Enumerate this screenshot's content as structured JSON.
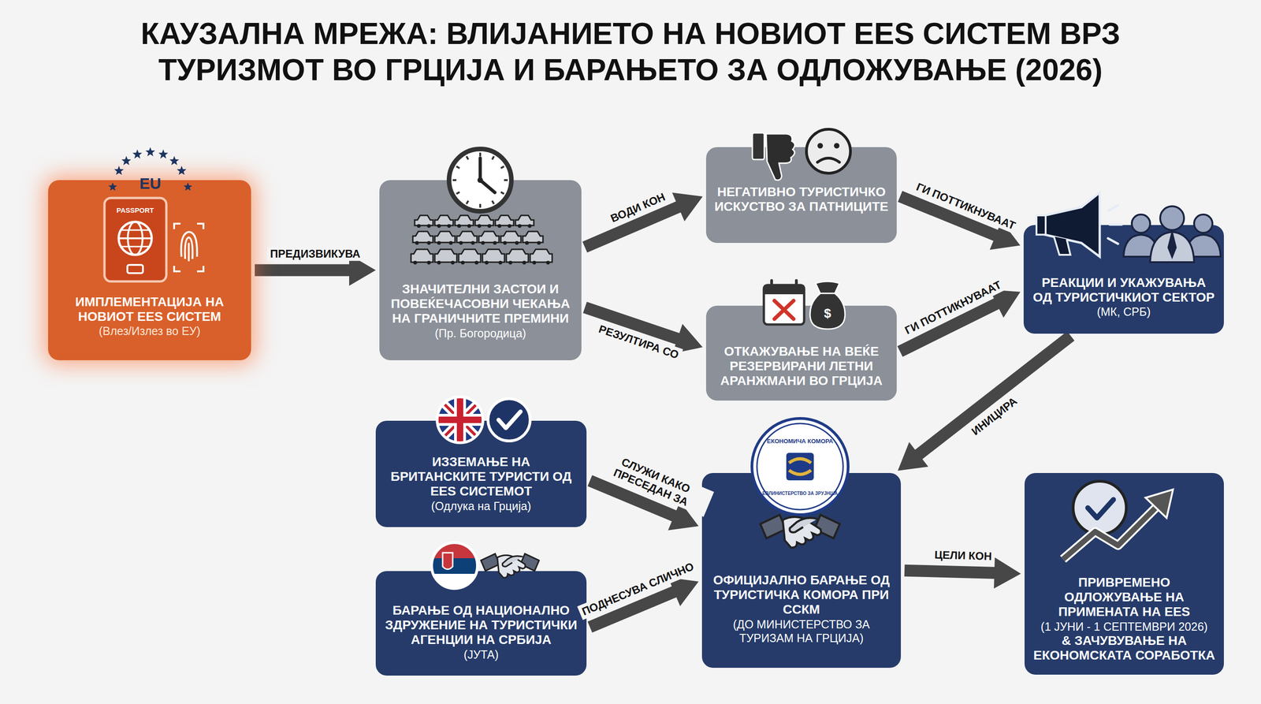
{
  "diagram": {
    "title": "КАУЗАЛНА МРЕЖА: ВЛИЈАНИЕТО НА НОВИОТ EES СИСТЕМ ВРЗ ТУРИЗМОТ ВО ГРЦИЈА И БАРАЊЕТО ЗА ОДЛОЖУВАЊЕ (2026)",
    "nodes": [
      {
        "text": [
          "ИМПЛЕМЕНТАЦИЈА НА НОВИОТ EES СИСТЕМ",
          "(Влез/Излез во ЕУ)"
        ]
      },
      {
        "text": [
          "ЗНАЧИТЕЛНИ ЗАСТОИ И ПОВЕЌЕЧАСОВНИ ЧЕКАЊА НА ГРАНИЧНИТЕ ПРЕМИНИ",
          "(Пр. Богородица)"
        ]
      },
      {
        "text": [
          "НЕГАТИВНО ТУРИСТИЧКО ИСКУСТВО ЗА ПАТНИЦИТЕ"
        ]
      },
      {
        "text": [
          "ОТКАЖУВАЊЕ НА ВЕЌЕ РЕЗЕРВИРАНИ ЛЕТНИ АРАНЖМАНИ ВО ГРЦИЈА"
        ]
      },
      {
        "text": [
          "РЕАКЦИИ И УКАЖУВАЊА ОД ТУРИСТИЧКИОТ СЕКТОР",
          "(МК, СРБ)"
        ]
      },
      {
        "text": [
          "ИЗЗЕМАЊЕ НА БРИТАНСКИТЕ ТУРИСТИ ОД EES СИСТЕМОТ",
          "(Одлука на Грција)"
        ]
      },
      {
        "text": [
          "БАРАЊЕ ОД НАЦИОНАЛНО ЗДРУЖЕНИЕ НА ТУРИСТИЧКИ АГЕНЦИИ НА СРБИЈА",
          "(ЈУТА)"
        ]
      },
      {
        "text": [
          "ОФИЦИЈАЛНО БАРАЊЕ ОД ТУРИСТИЧКА КОМОРА ПРИ ССКМ",
          "(ДО МИНИСТЕРСТВО ЗА ТУРИЗАМ НА ГРЦИЈА)"
        ]
      },
      {
        "text": [
          "ПРИВРЕМЕНО ОДЛОЖУВАЊЕ НА ПРИМЕНАТА НА EES",
          "(1 ЈУНИ - 1 СЕПТЕМВРИ 2026)",
          "& ЗАЧУВУВАЊЕ НА ЕКОНОМСКАТА СОРАБОТКА"
        ]
      }
    ],
    "edges": [
      {
        "from": 0,
        "to": 1,
        "label": "ПРЕДИЗВИКУВА",
        "arrow": "to"
      },
      {
        "from": 1,
        "to": 2,
        "label": "ВОДИ КОН",
        "arrow": "to"
      },
      {
        "from": 1,
        "to": 3,
        "label": "РЕЗУЛТИРА СО",
        "arrow": "to"
      },
      {
        "from": 2,
        "to": 4,
        "label": "ГИ ПОТТИКНУВААТ",
        "arrow": "to"
      },
      {
        "from": 3,
        "to": 4,
        "label": "ГИ ПОТТИКНУВААТ",
        "arrow": "to"
      },
      {
        "from": 4,
        "to": 7,
        "label": "ИНИЦИРА",
        "arrow": "to"
      },
      {
        "from": 5,
        "to": 7,
        "label": "СЛУЖИ КАКО ПРЕСЕДАН ЗА",
        "arrow": "to"
      },
      {
        "from": 6,
        "to": 7,
        "label": "ПОДНЕСУВА СЛИЧНО",
        "arrow": "to"
      },
      {
        "from": 7,
        "to": 8,
        "label": "ЦЕЛИ КОН",
        "arrow": "to"
      }
    ],
    "labels": [
      "EU",
      "PASSPORT",
      "ЕКОНОМИЧА КОМОРА",
      "ЕВЛИНИСТЕРСТВО ЗА ЗРУЈНША",
      "$"
    ]
  }
}
